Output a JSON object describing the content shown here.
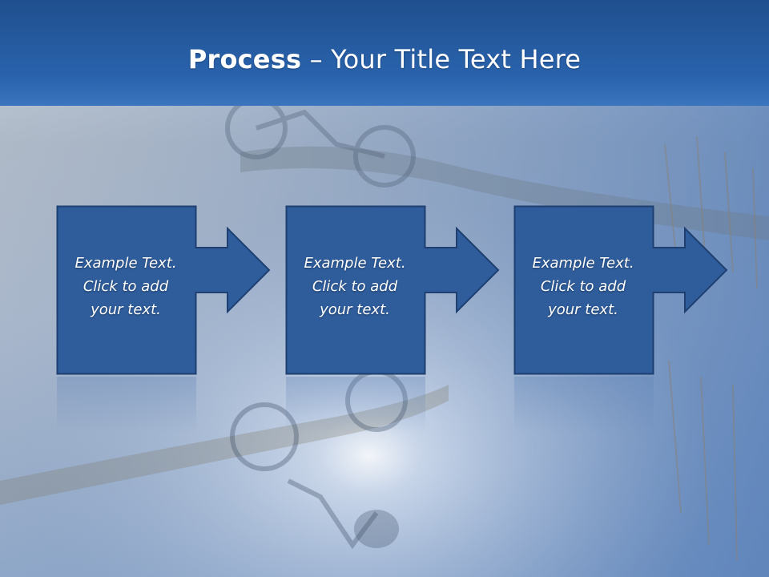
{
  "title": {
    "bold": "Process",
    "rest": " – Your Title Text Here"
  },
  "steps": [
    {
      "text": "Example Text.\nClick  to add\nyour text."
    },
    {
      "text": "Example Text.\nClick  to add\nyour text."
    },
    {
      "text": "Example Text.\nClick  to add\nyour text."
    }
  ],
  "colors": {
    "title_bar": "#2a64ae",
    "box_fill": "#2f5d9c",
    "box_border": "#1e3f70",
    "text": "#ffffff"
  },
  "background": {
    "description_icon": "cyclist-reflection-photo"
  }
}
